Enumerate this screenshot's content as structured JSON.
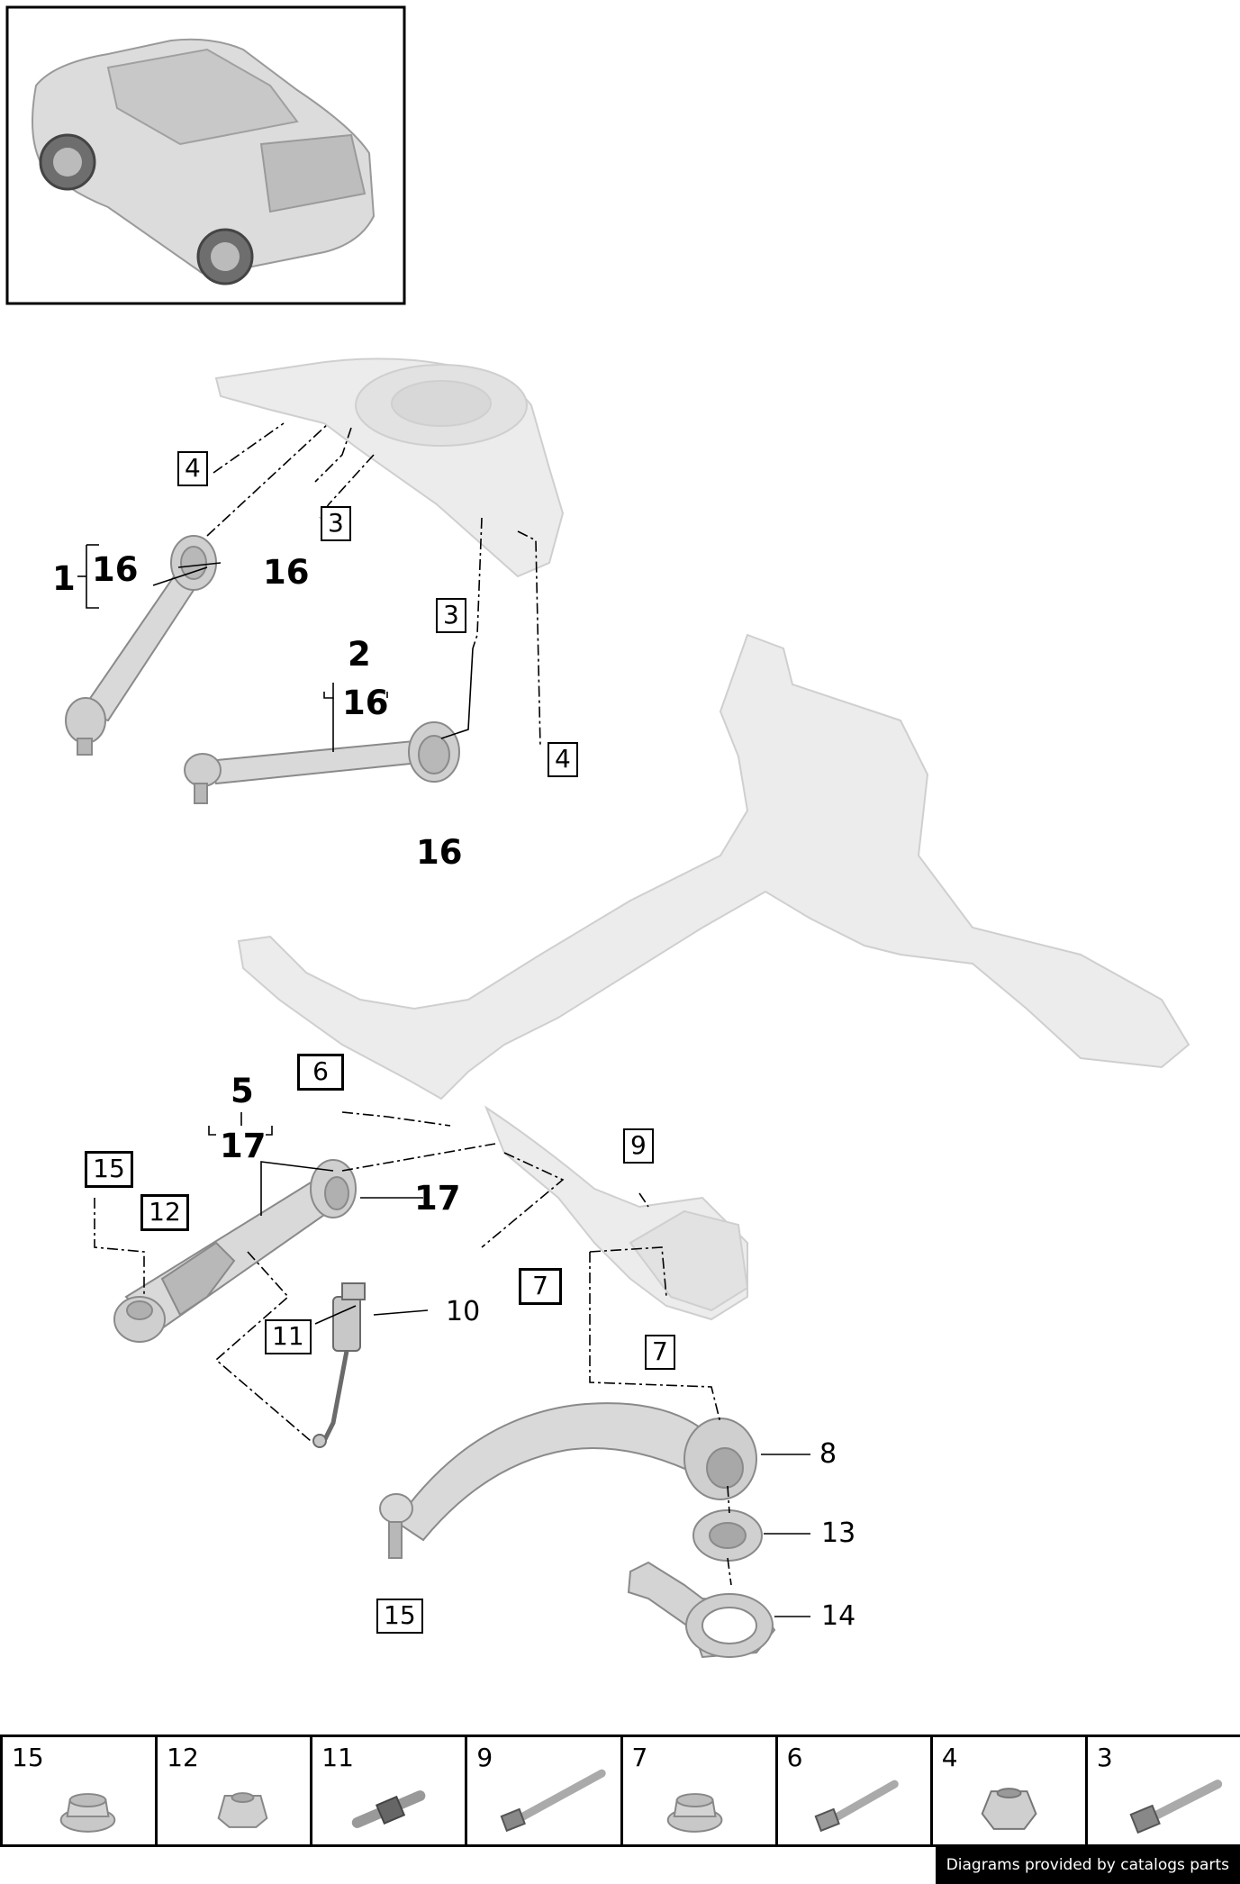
{
  "callouts": {
    "c1": "1",
    "c16a": "16",
    "c16b": "16",
    "c2": "2",
    "c16c": "16",
    "c16d": "16",
    "c3a": "3",
    "c3b": "3",
    "c4a": "4",
    "c4b": "4",
    "c5": "5",
    "c17a": "17",
    "c17b": "17",
    "c6": "6",
    "c7a": "7",
    "c7b": "7",
    "c8": "8",
    "c9": "9",
    "c10": "10",
    "c11": "11",
    "c12": "12",
    "c13": "13",
    "c14": "14",
    "c15a": "15",
    "c15b": "15"
  },
  "parts_strip": [
    {
      "number": "15",
      "icon": "flange-nut-icon"
    },
    {
      "number": "12",
      "icon": "hex-nut-icon"
    },
    {
      "number": "11",
      "icon": "stud-bolt-icon"
    },
    {
      "number": "9",
      "icon": "long-bolt-icon"
    },
    {
      "number": "7",
      "icon": "flange-nut-icon"
    },
    {
      "number": "6",
      "icon": "bolt-icon"
    },
    {
      "number": "4",
      "icon": "hex-nut-icon"
    },
    {
      "number": "3",
      "icon": "bolt-icon"
    }
  ],
  "footer": {
    "text": "Diagrams provided by catalogs parts"
  },
  "colors": {
    "part_fill": "#d9d9d9",
    "part_stroke": "#8a8a8a",
    "ghost_fill": "#ececec",
    "line": "#000000"
  }
}
